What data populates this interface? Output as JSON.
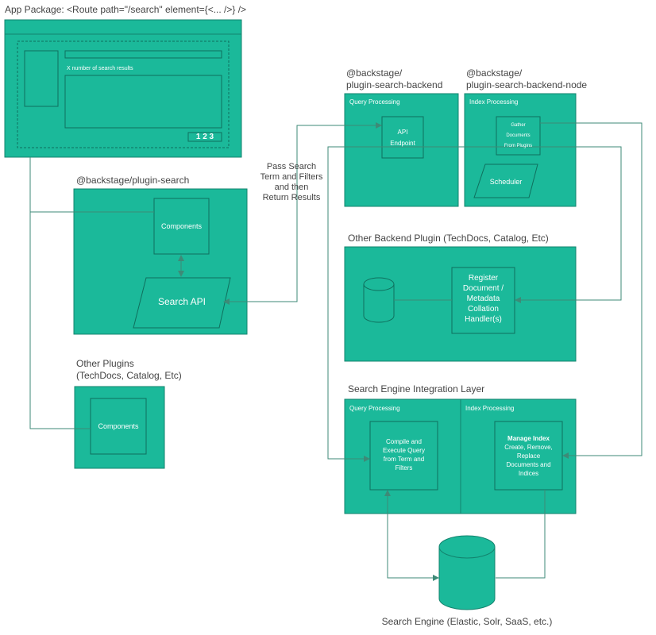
{
  "colors": {
    "fill": "#1bb99a",
    "stroke": "#13836e",
    "line": "#3e8a77",
    "text": "#444444",
    "label": "#ffffff"
  },
  "app_package": {
    "title": "App Package: <Route path=\"/search\" element={<... />} />",
    "results_label": "X number of search results",
    "pagination": "1 2 3"
  },
  "plugin_search": {
    "title": "@backstage/plugin-search",
    "components": "Components",
    "search_api": "Search API"
  },
  "other_plugins": {
    "title_line1": "Other Plugins",
    "title_line2": "(TechDocs, Catalog, Etc)",
    "components": "Components"
  },
  "pass_search": [
    "Pass Search",
    "Term and Filters",
    "and then",
    "Return Results"
  ],
  "search_backend": {
    "title_line1": "@backstage/",
    "title_line2": "plugin-search-backend",
    "section": "Query Processing",
    "api_endpoint": [
      "API",
      "Endpoint"
    ]
  },
  "backend_node": {
    "title_line1": "@backstage/",
    "title_line2": "plugin-search-backend-node",
    "section": "Index Processing",
    "gather": [
      "Gather",
      "Documents",
      "From Plugins"
    ],
    "scheduler": "Scheduler"
  },
  "other_backend": {
    "title": "Other Backend Plugin (TechDocs, Catalog, Etc)",
    "handler": [
      "Register",
      "Document /",
      "Metadata",
      "Collation",
      "Handler(s)"
    ]
  },
  "integration_layer": {
    "title": "Search Engine Integration Layer",
    "query_section": "Query Processing",
    "index_section": "Index Processing",
    "compile": [
      "Compile and",
      "Execute Query",
      "from Term and",
      "Filters"
    ],
    "manage_title": "Manage Index",
    "manage_body": [
      "Create, Remove,",
      "Replace",
      "Documents and",
      "Indices"
    ]
  },
  "search_engine": {
    "label": "Search Engine (Elastic, Solr, SaaS, etc.)"
  }
}
